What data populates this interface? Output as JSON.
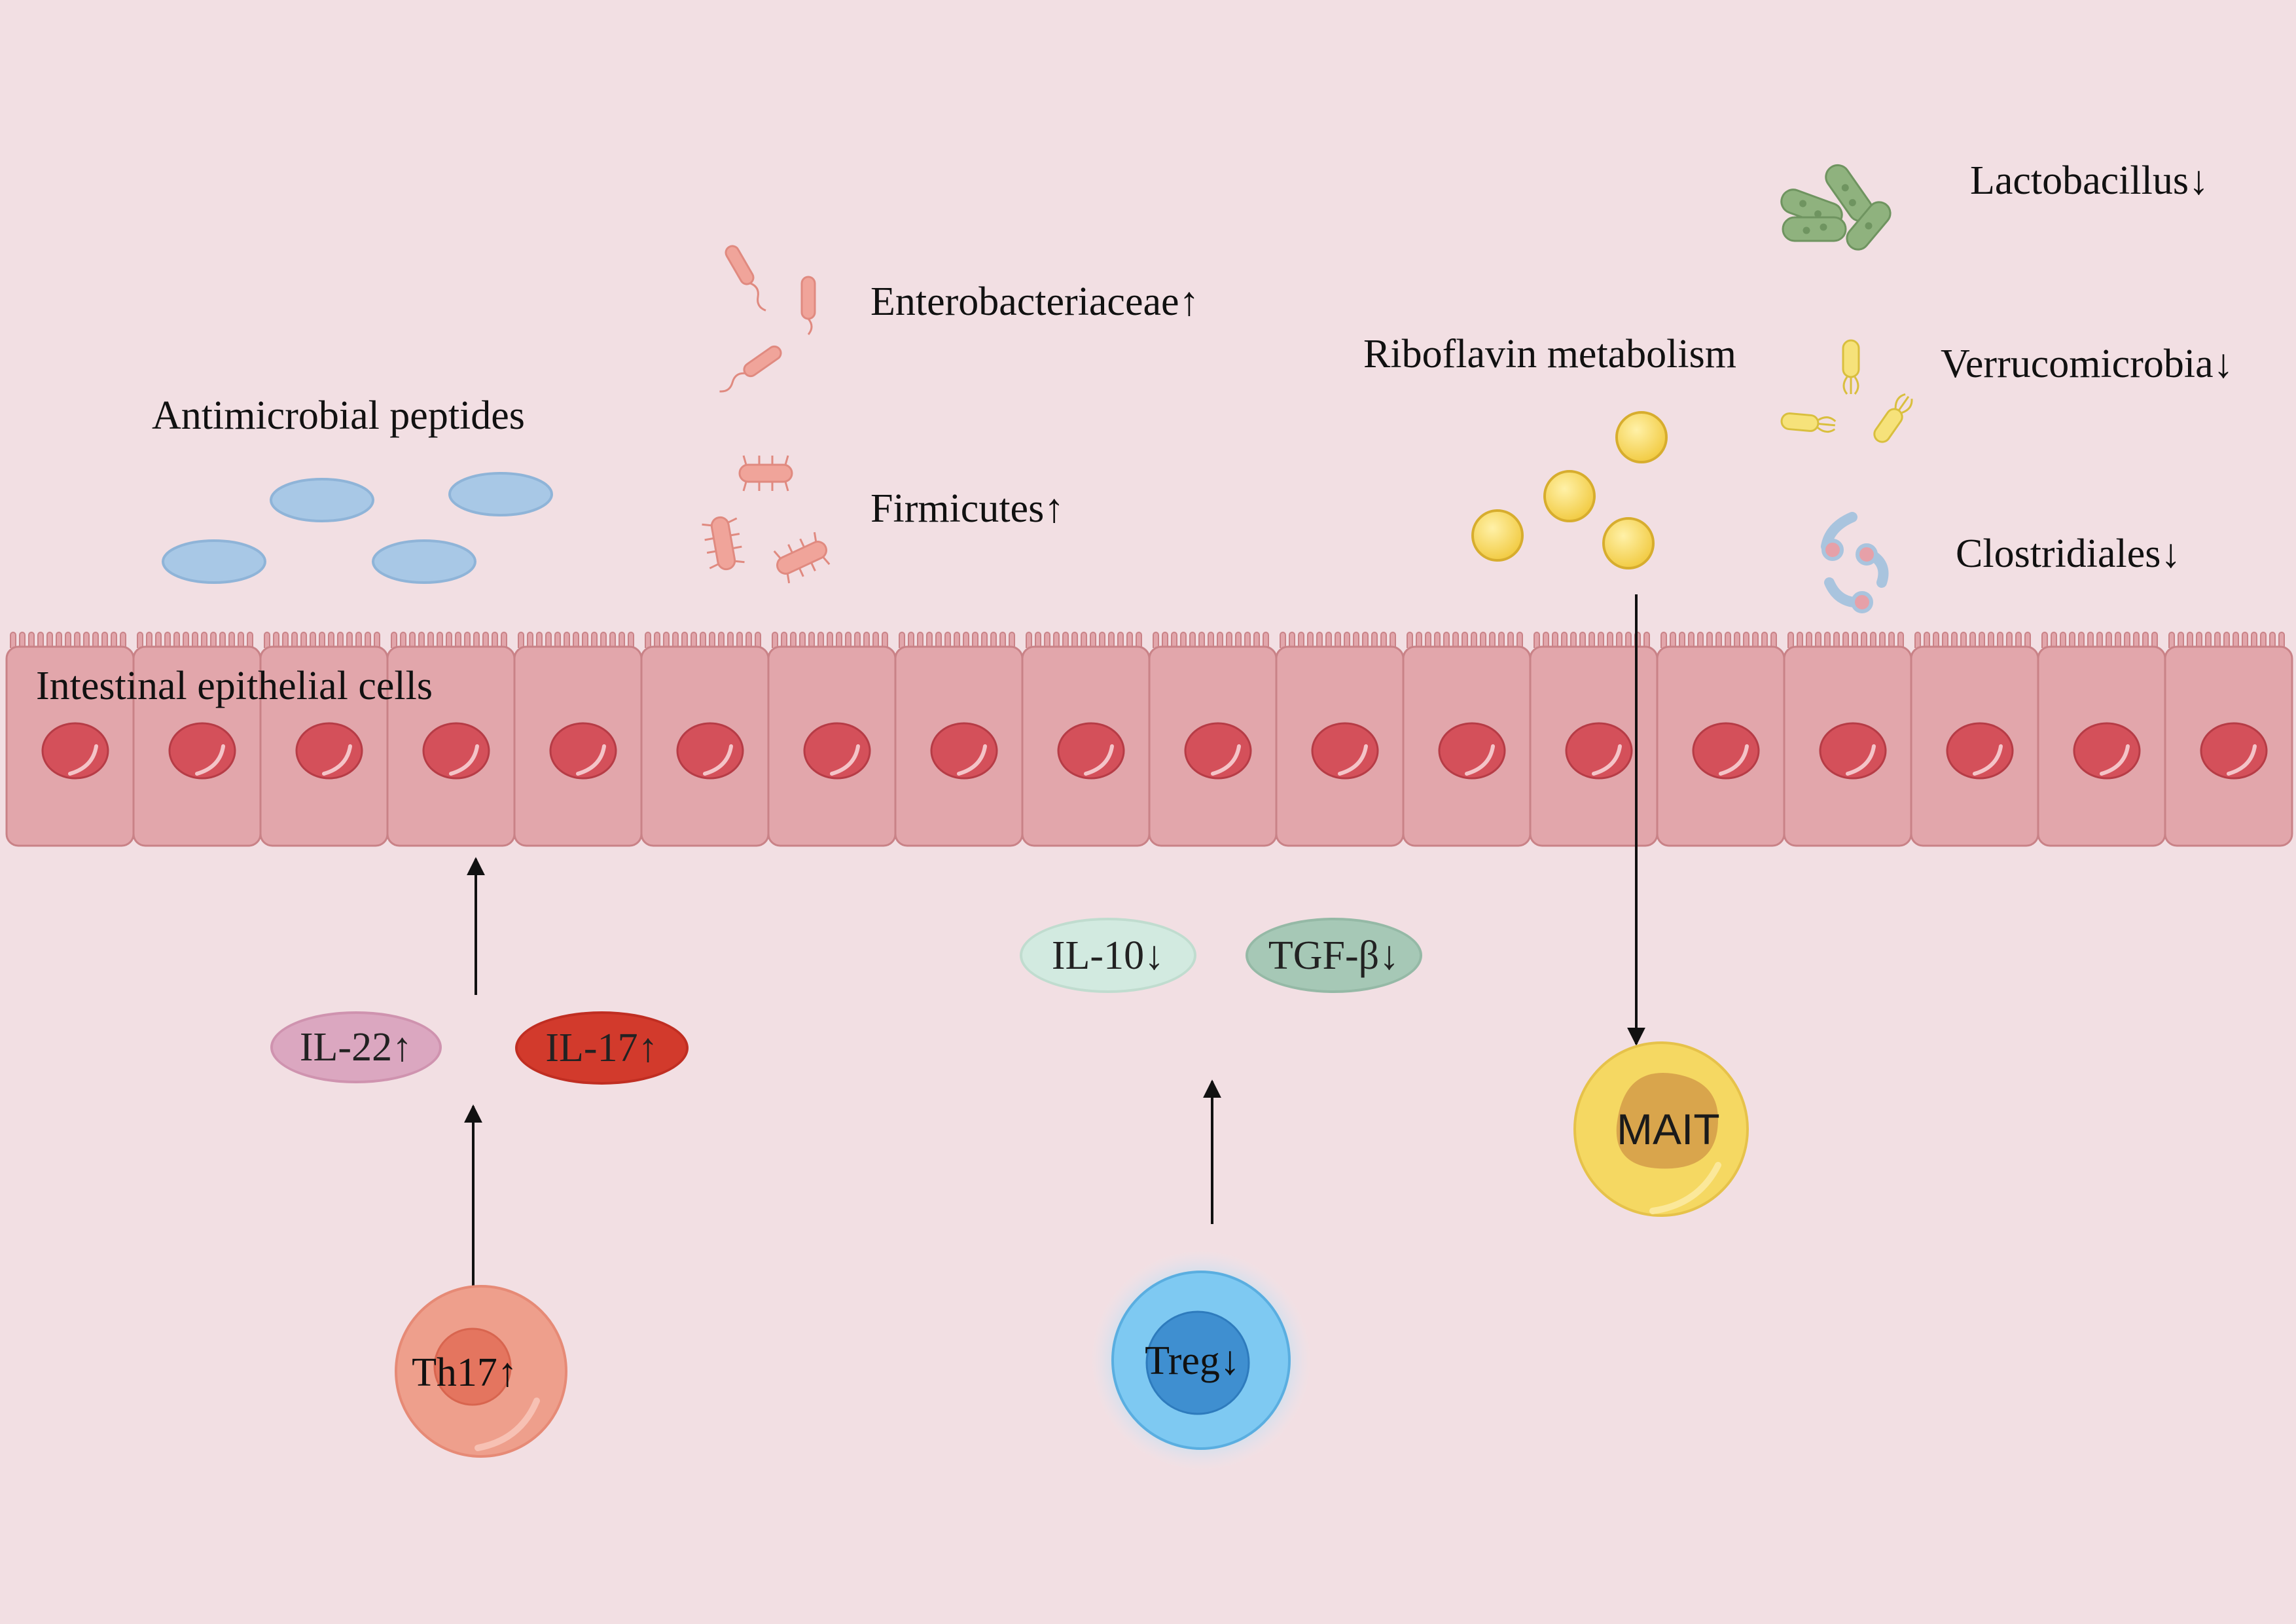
{
  "labels": {
    "antimicrobial": "Antimicrobial peptides",
    "enterobacteriaceae": "Enterobacteriaceae↑",
    "firmicutes": "Firmicutes↑",
    "riboflavin": "Riboflavin metabolism",
    "lactobacillus": "Lactobacillus↓",
    "verrucomicrobia": "Verrucomicrobia↓",
    "clostridiales": "Clostridiales↓",
    "epithelium": "Intestinal epithelial cells"
  },
  "cytokines": {
    "il22": "IL-22↑",
    "il17": "IL-17↑",
    "il10": "IL-10↓",
    "tgfb": "TGF-β↓"
  },
  "cells": {
    "th17": "Th17↑",
    "treg": "Treg↓",
    "mait": "MAIT"
  },
  "colors": {
    "background": "#f2dfe3",
    "epithelium": "#e2a6ab",
    "nucleus": "#d4505a",
    "peptide": "#a8c8e6",
    "riboflavin": "#f7d660",
    "il22": "#dba7c0",
    "il17": "#d23a2c",
    "il10": "#d2eae0",
    "tgfb": "#a6c8b6",
    "th17": "#ee9f8c",
    "treg": "#7ec9f2",
    "mait": "#f5d862"
  },
  "icons": [
    "peptide-icon",
    "enterobacteria-icon",
    "firmicutes-icon",
    "riboflavin-icon",
    "lactobacillus-icon",
    "verrucomicrobia-icon",
    "clostridiales-icon",
    "arrow-icon"
  ]
}
